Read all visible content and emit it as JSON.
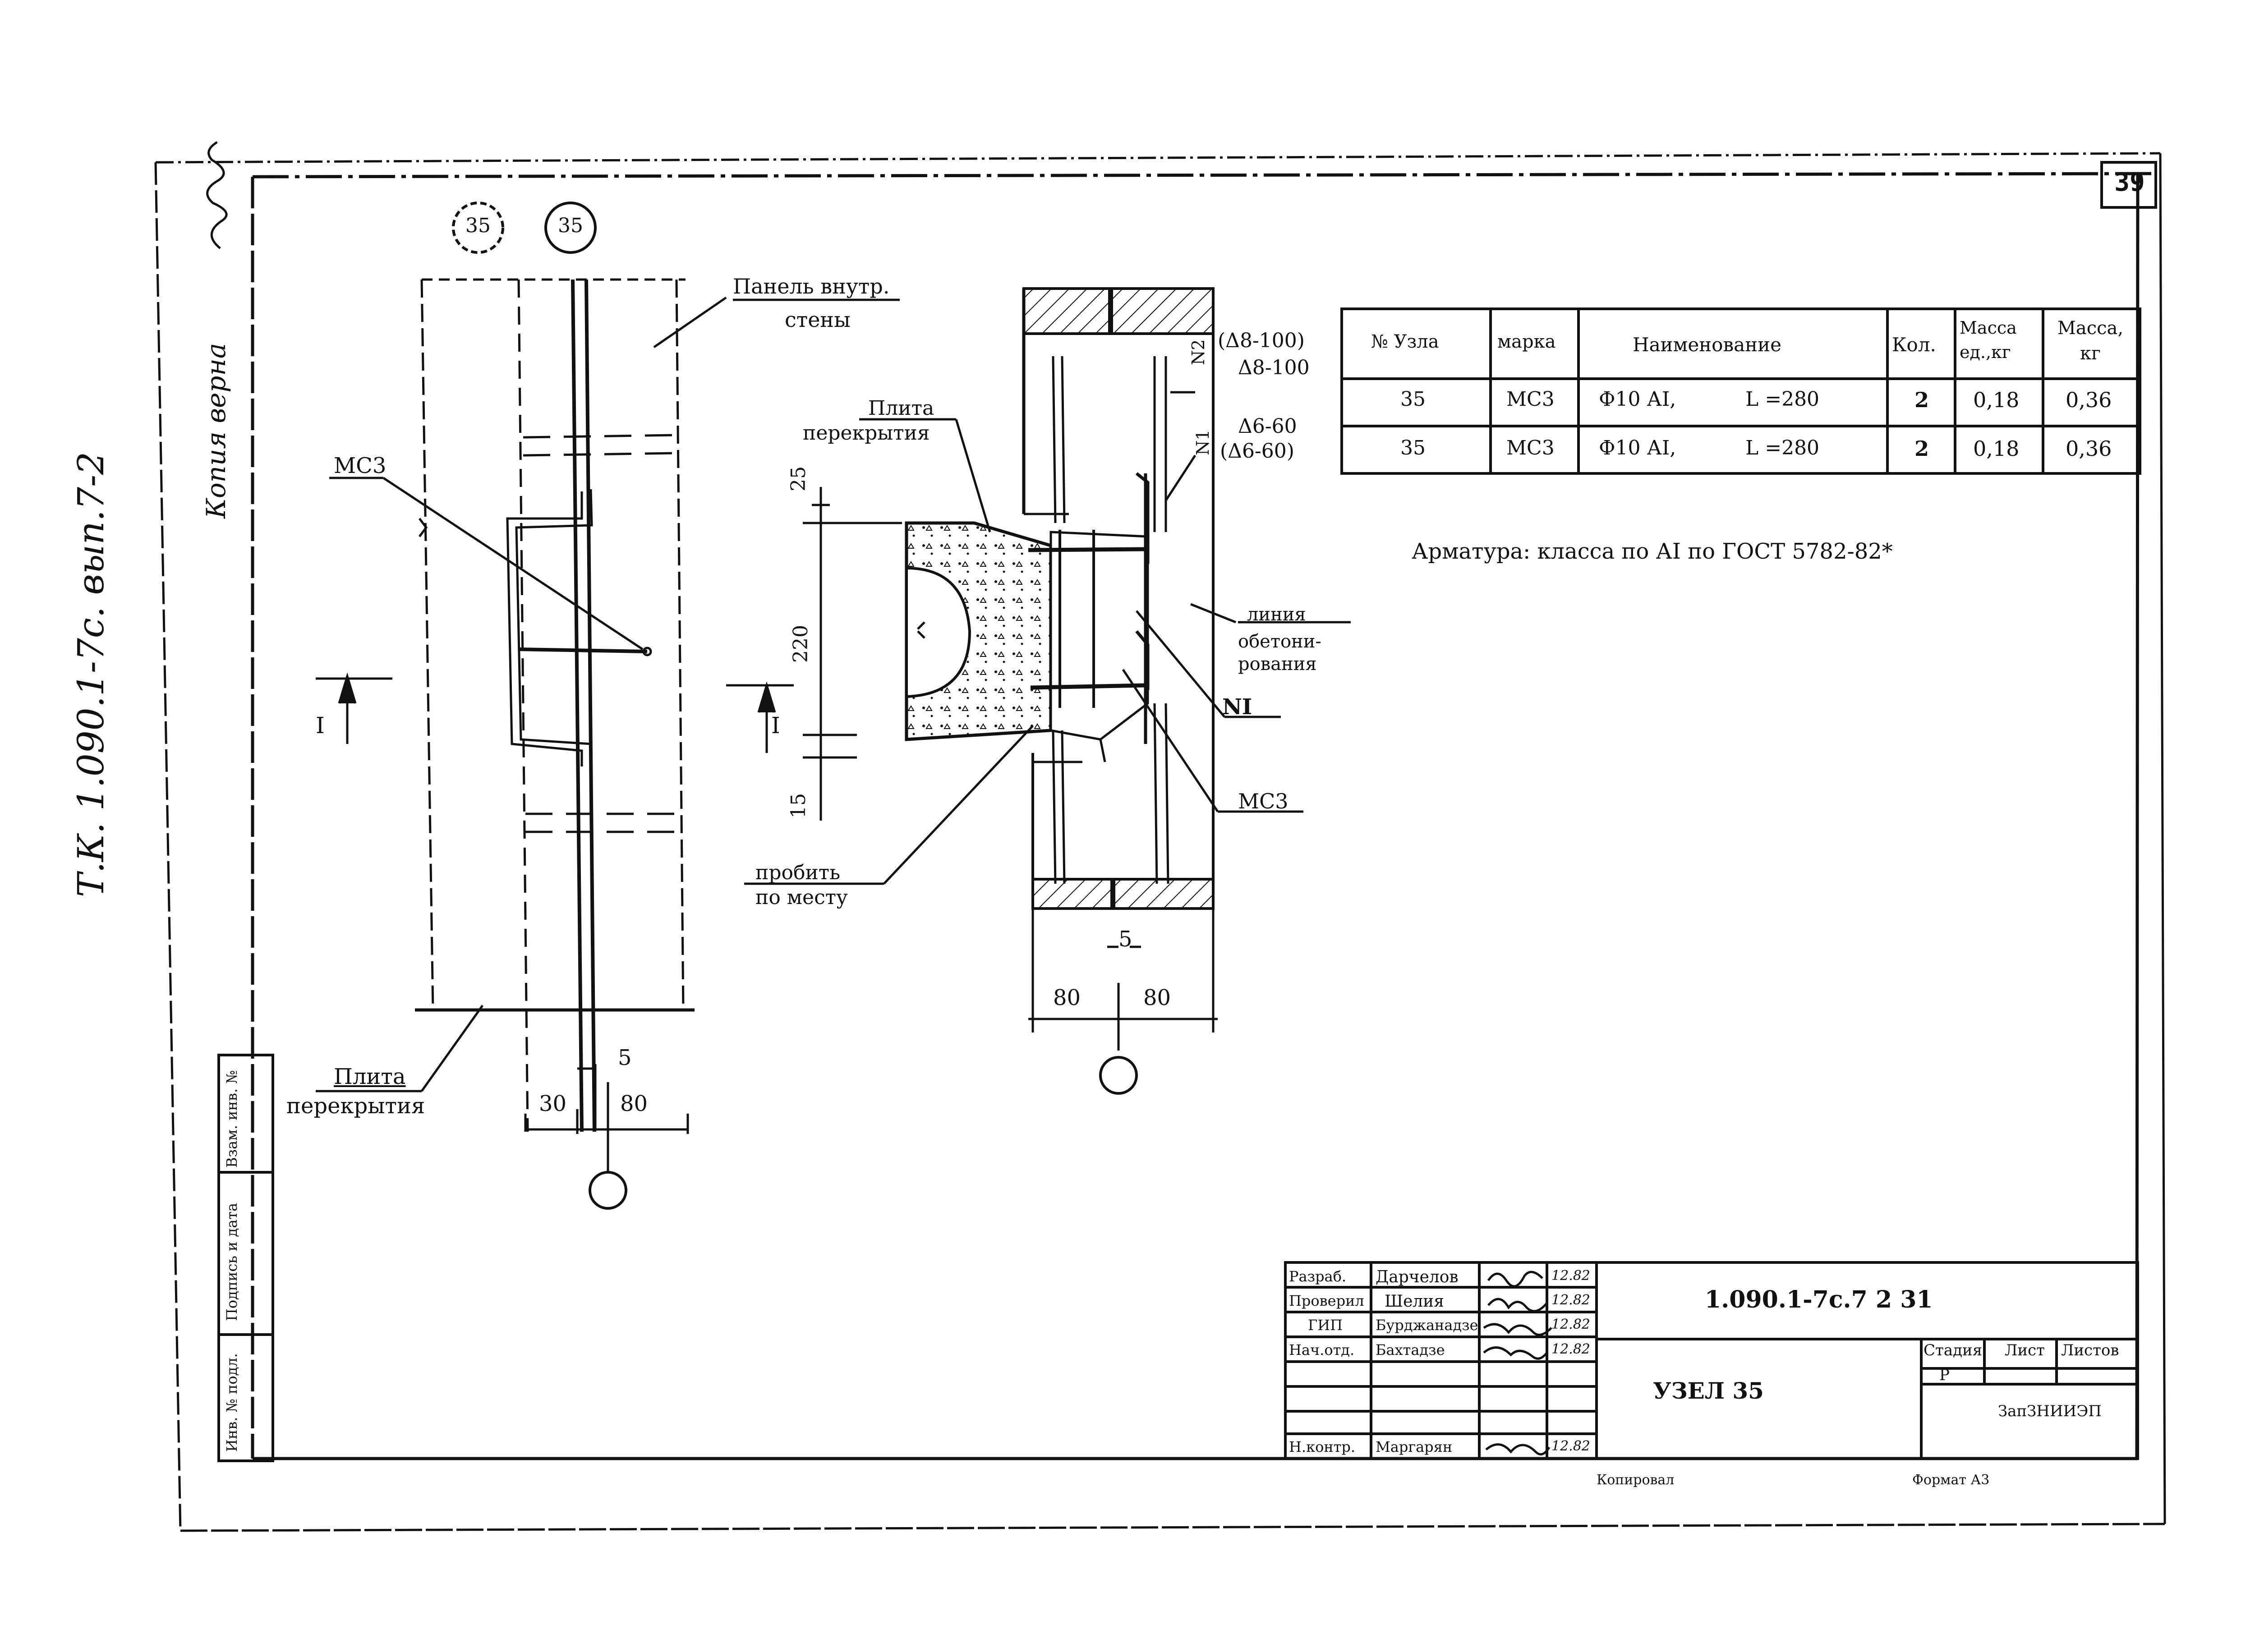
{
  "sheet": {
    "sheet_number": "39",
    "side_note": "Т.К. 1.090.1-7с. вып.7-2",
    "copy_note": "Копия верна",
    "bottom_left_note": "Копировал",
    "bottom_right_note": "Формат А3"
  },
  "callouts": {
    "c1": "35",
    "c2": "35"
  },
  "left_view": {
    "panel_label_1": "Панель внутр.",
    "panel_label_2": "стены",
    "mc3_label": "МС3",
    "section_mark": "I",
    "slab_label_1": "Плита",
    "slab_label_2": "перекрытия",
    "dim_5": "5",
    "dim_30": "30",
    "dim_80": "80"
  },
  "section_view": {
    "slab_label_1": "Плита",
    "slab_label_2": "перекрытия",
    "n2_label": "N2",
    "n2_spec_1": "(Δ8-100)",
    "n2_spec_2": "Δ8-100",
    "n1_label": "N1",
    "n1_spec_1": "Δ6-60",
    "n1_spec_2": "(Δ6-60)",
    "dim_25": "25",
    "dim_220": "220",
    "dim_15": "15",
    "section_mark": "I",
    "concrete_line_1": "линия",
    "concrete_line_2": "обетони-",
    "concrete_line_3": "рования",
    "ni_label": "NI",
    "mc3_label": "МС3",
    "punch_1": "пробить",
    "punch_2": "по месту",
    "dim_5": "5",
    "dim_80a": "80",
    "dim_80b": "80"
  },
  "spec_table": {
    "headers": [
      "№ Узла",
      "марка",
      "Наименование",
      "Кол.",
      "Масса ед.,кг",
      "Масса, кг"
    ],
    "rows": [
      [
        "35",
        "МС3",
        "Ф10 АI,",
        "L =280",
        "2",
        "0,18",
        "0,36"
      ],
      [
        "35",
        "МС3",
        "Ф10 АI,",
        "L =280",
        "2",
        "0,18",
        "0,36"
      ]
    ]
  },
  "note": "Арматура: класса по АI по ГОСТ 5782-82*",
  "left_stamp": [
    "Взам. инв. №",
    "Подпись и дата",
    "Инв. № подл."
  ],
  "title_block": {
    "code": "1.090.1-7с.7 2 31",
    "node_title": "УЗЕЛ 35",
    "stage_label": "Стадия",
    "sheet_label": "Лист",
    "sheets_label": "Листов",
    "stage_value": "Р",
    "org": "ЗапЗНИИЭП",
    "roles": [
      "Разраб.",
      "Проверил",
      "ГИП",
      "Нач.отд.",
      "",
      "",
      "Н.контр."
    ],
    "names": [
      "Дарчелов",
      "Шелия",
      "Бурджанадзе",
      "Бахтадзе",
      "",
      "",
      "Маргарян"
    ],
    "dates": [
      "12.82",
      "12.82",
      "12.82",
      "12.82",
      "",
      "",
      "12.82"
    ]
  }
}
